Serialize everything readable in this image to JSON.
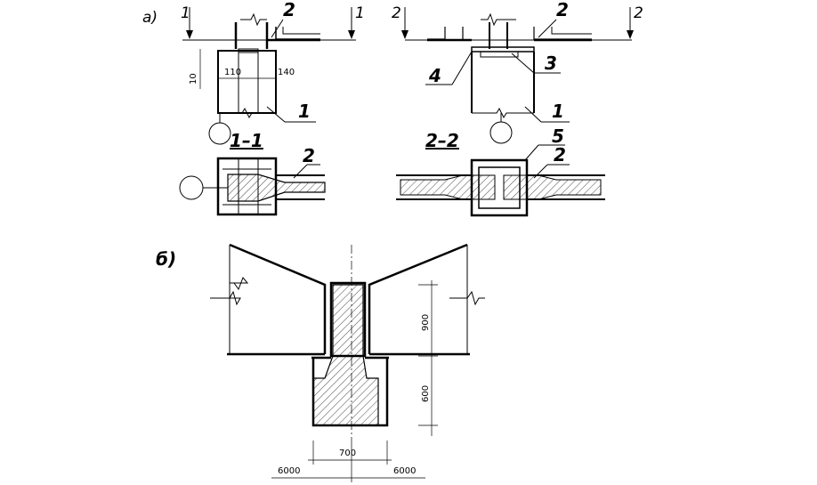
{
  "part_labels": {
    "a": "а)",
    "b": "б)"
  },
  "section_marks": {
    "s1_left": "1",
    "s1_right": "1",
    "s2_left": "2",
    "s2_right": "2"
  },
  "section_titles": {
    "s11": "1–1",
    "s22": "2–2"
  },
  "callouts": {
    "n2_a": "2",
    "n1_a": "1",
    "n2_b": "2",
    "n3_b": "3",
    "n4_b": "4",
    "n1_b": "1",
    "n2_s11": "2",
    "n5_s22": "5",
    "n2_s22": "2"
  },
  "dimensions": {
    "d10": "10",
    "d110": "110",
    "d140": "140",
    "d900": "900",
    "d600": "600",
    "d700": "700",
    "d6000_left": "6000",
    "d6000_right": "6000"
  },
  "colors": {
    "line": "#000000",
    "background": "#ffffff"
  }
}
